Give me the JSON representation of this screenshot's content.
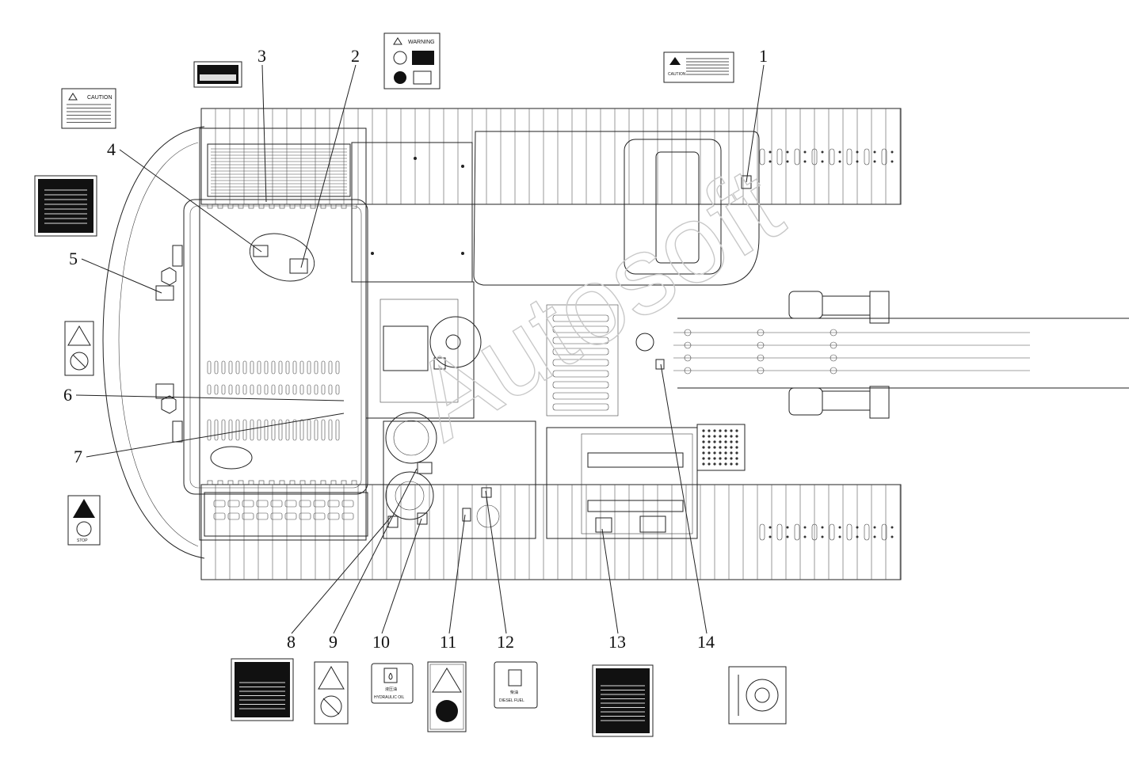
{
  "watermark": "Autosoft",
  "callouts": [
    {
      "n": "1"
    },
    {
      "n": "2"
    },
    {
      "n": "3"
    },
    {
      "n": "4"
    },
    {
      "n": "5"
    },
    {
      "n": "6"
    },
    {
      "n": "7"
    },
    {
      "n": "8"
    },
    {
      "n": "9"
    },
    {
      "n": "10"
    },
    {
      "n": "11"
    },
    {
      "n": "12"
    },
    {
      "n": "13"
    },
    {
      "n": "14"
    }
  ],
  "decals": {
    "warning_title": "WARNING",
    "caution_title": "CAUTION",
    "stop_text": "STOP",
    "hydraulic_cn": "液压油",
    "hydraulic_en": "HYDRAULIC OIL",
    "diesel_cn": "柴油",
    "diesel_en": "DIESEL FUEL"
  }
}
